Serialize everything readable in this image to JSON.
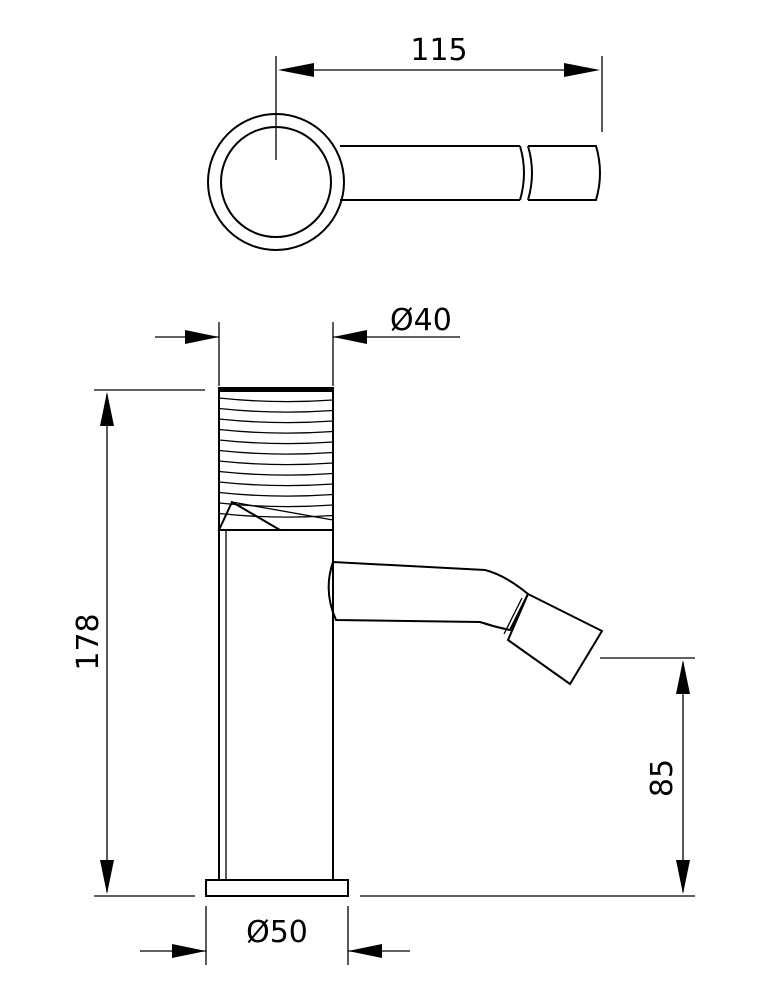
{
  "drawing": {
    "title": "",
    "dimensions": {
      "handle_length": "115",
      "body_diameter": "Ø40",
      "total_height": "178",
      "spout_height": "85",
      "base_diameter": "Ø50"
    }
  }
}
